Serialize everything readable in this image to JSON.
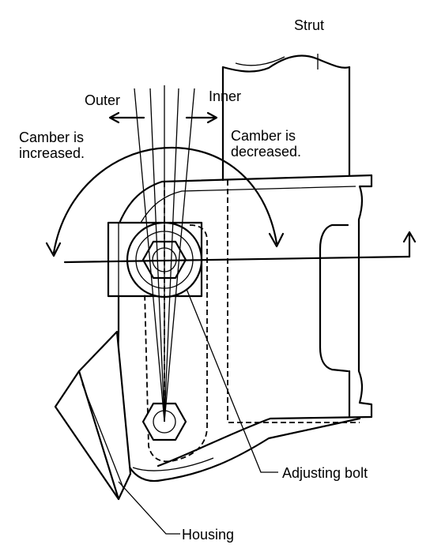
{
  "labels": {
    "strut": "Strut",
    "outer": "Outer",
    "inner": "Inner",
    "camber_increased_line1": "Camber is",
    "camber_increased_line2": "increased.",
    "camber_decreased_line1": "Camber is",
    "camber_decreased_line2": "decreased.",
    "adjusting_bolt": "Adjusting bolt",
    "housing": "Housing"
  }
}
